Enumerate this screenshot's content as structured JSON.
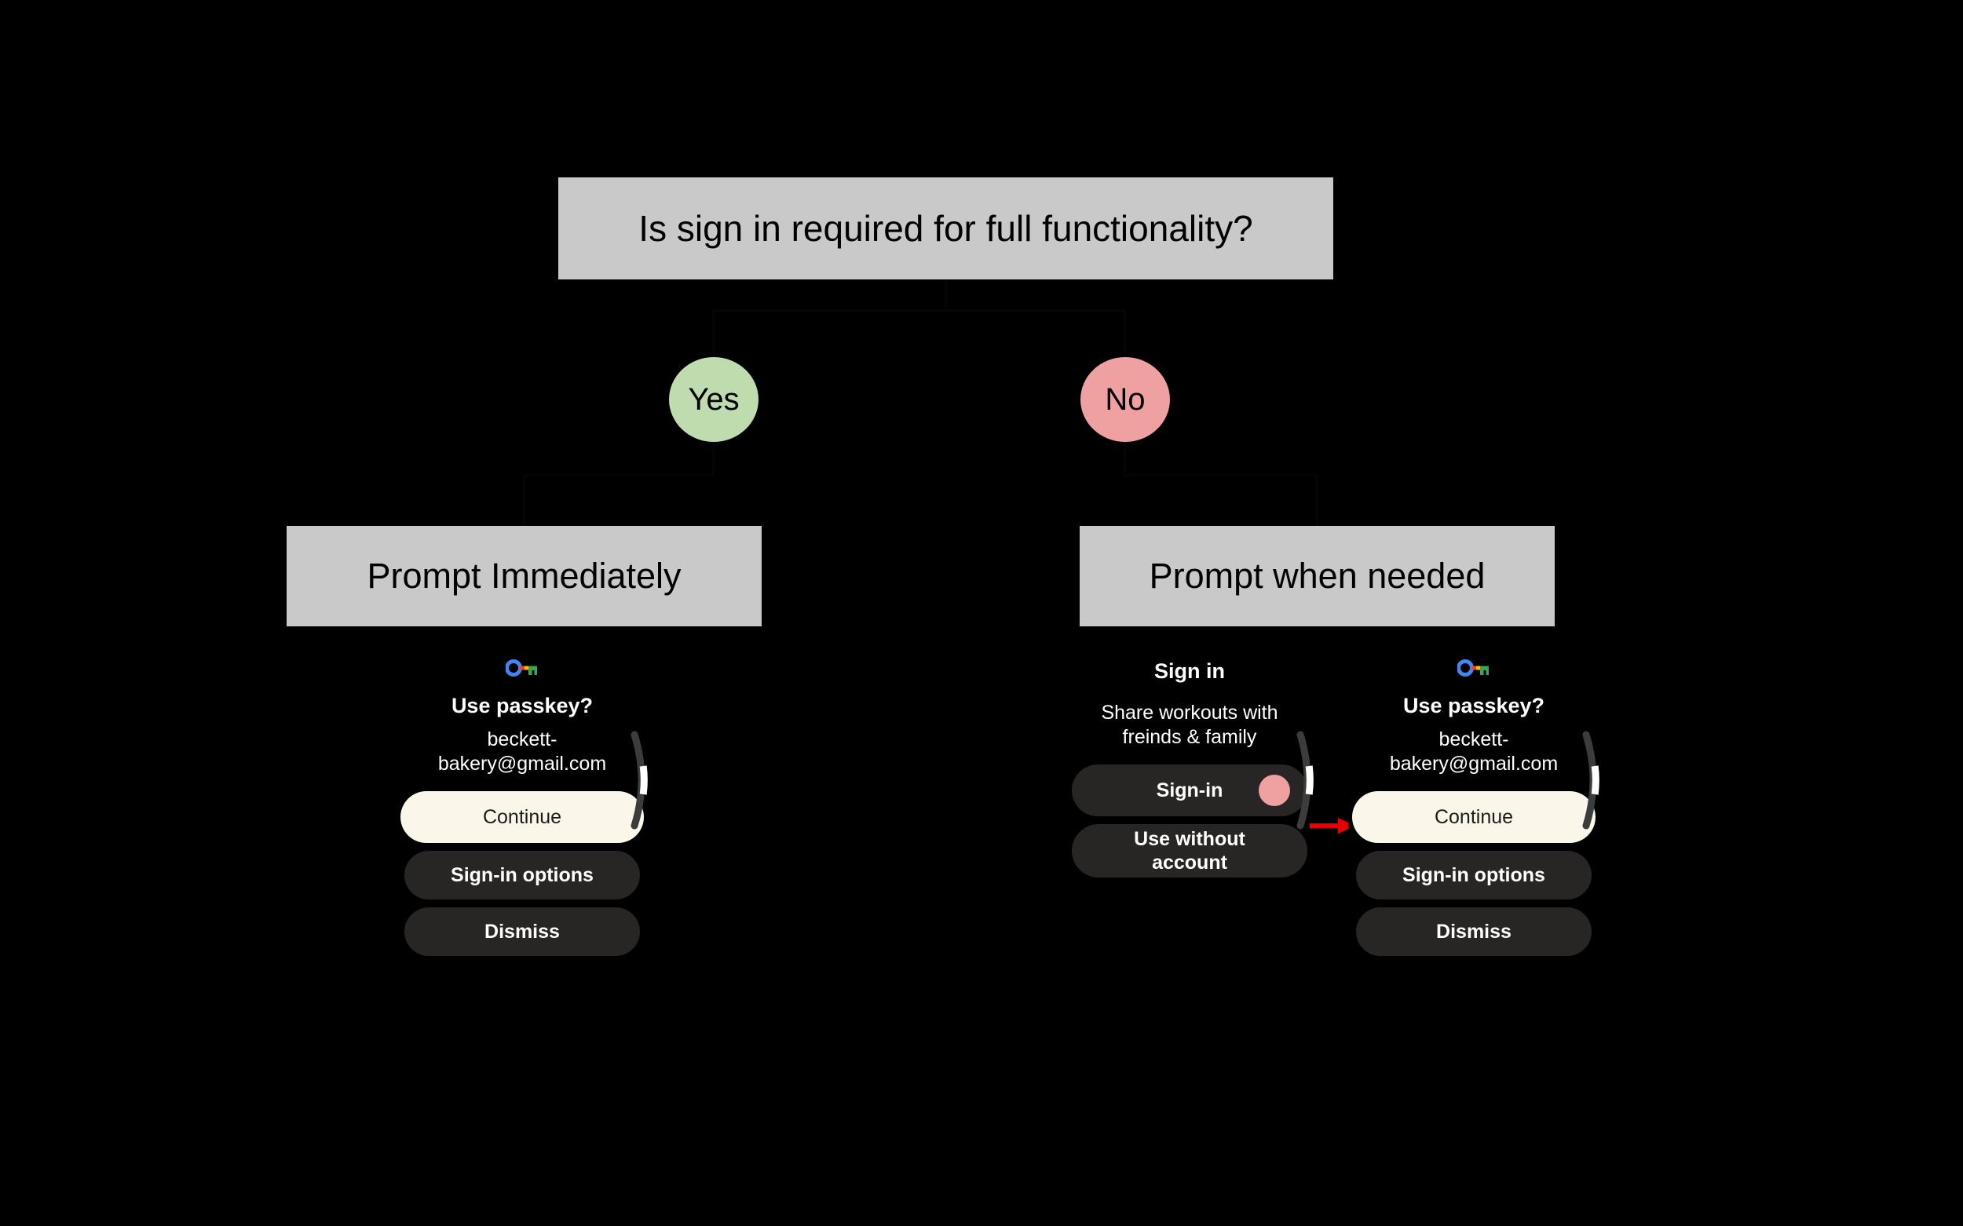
{
  "diagram": {
    "background_color": "#000000",
    "box_fill": "#c9c9c9",
    "title": "Is sign in required for full functionality?",
    "branches": [
      {
        "label": "Yes",
        "color": "#bedcae",
        "target": "Prompt Immediately"
      },
      {
        "label": "No",
        "color": "#efa0a0",
        "target": "Prompt when needed"
      }
    ],
    "outcome_left": "Prompt Immediately",
    "outcome_right": "Prompt when needed",
    "annotation_arrow_color": "#e60000"
  },
  "panels": {
    "left_passkey": {
      "icon": "google-passkey-icon",
      "title": "Use passkey?",
      "subtitle": "beckett-bakery@gmail.com",
      "subtitle_line1": "beckett-",
      "subtitle_line2": "bakery@gmail.com",
      "buttons": [
        {
          "label": "Continue",
          "style": "primary"
        },
        {
          "label": "Sign-in options",
          "style": "secondary"
        },
        {
          "label": "Dismiss",
          "style": "secondary"
        }
      ]
    },
    "middle_signin": {
      "title": "Sign in",
      "subtitle_line1": "Share workouts with",
      "subtitle_line2": "freinds & family",
      "buttons": [
        {
          "label": "Sign-in",
          "style": "secondary",
          "dot_color": "#efa0a0"
        },
        {
          "label": "Use without account",
          "style": "secondary",
          "line1": "Use without",
          "line2": "account"
        }
      ]
    },
    "right_passkey": {
      "icon": "google-passkey-icon",
      "title": "Use passkey?",
      "subtitle": "beckett-bakery@gmail.com",
      "subtitle_line1": "beckett-",
      "subtitle_line2": "bakery@gmail.com",
      "buttons": [
        {
          "label": "Continue",
          "style": "primary"
        },
        {
          "label": "Sign-in options",
          "style": "secondary"
        },
        {
          "label": "Dismiss",
          "style": "secondary"
        }
      ]
    }
  },
  "colors": {
    "passkey_blue": "#4285f4",
    "passkey_red": "#ea4335",
    "passkey_yellow": "#fbbc04",
    "passkey_green": "#34a853",
    "primary_button_fill": "#faf6ea",
    "secondary_button_fill": "#272624",
    "scrollbar_track": "#3c3c3c",
    "scrollbar_thumb": "#ffffff"
  }
}
